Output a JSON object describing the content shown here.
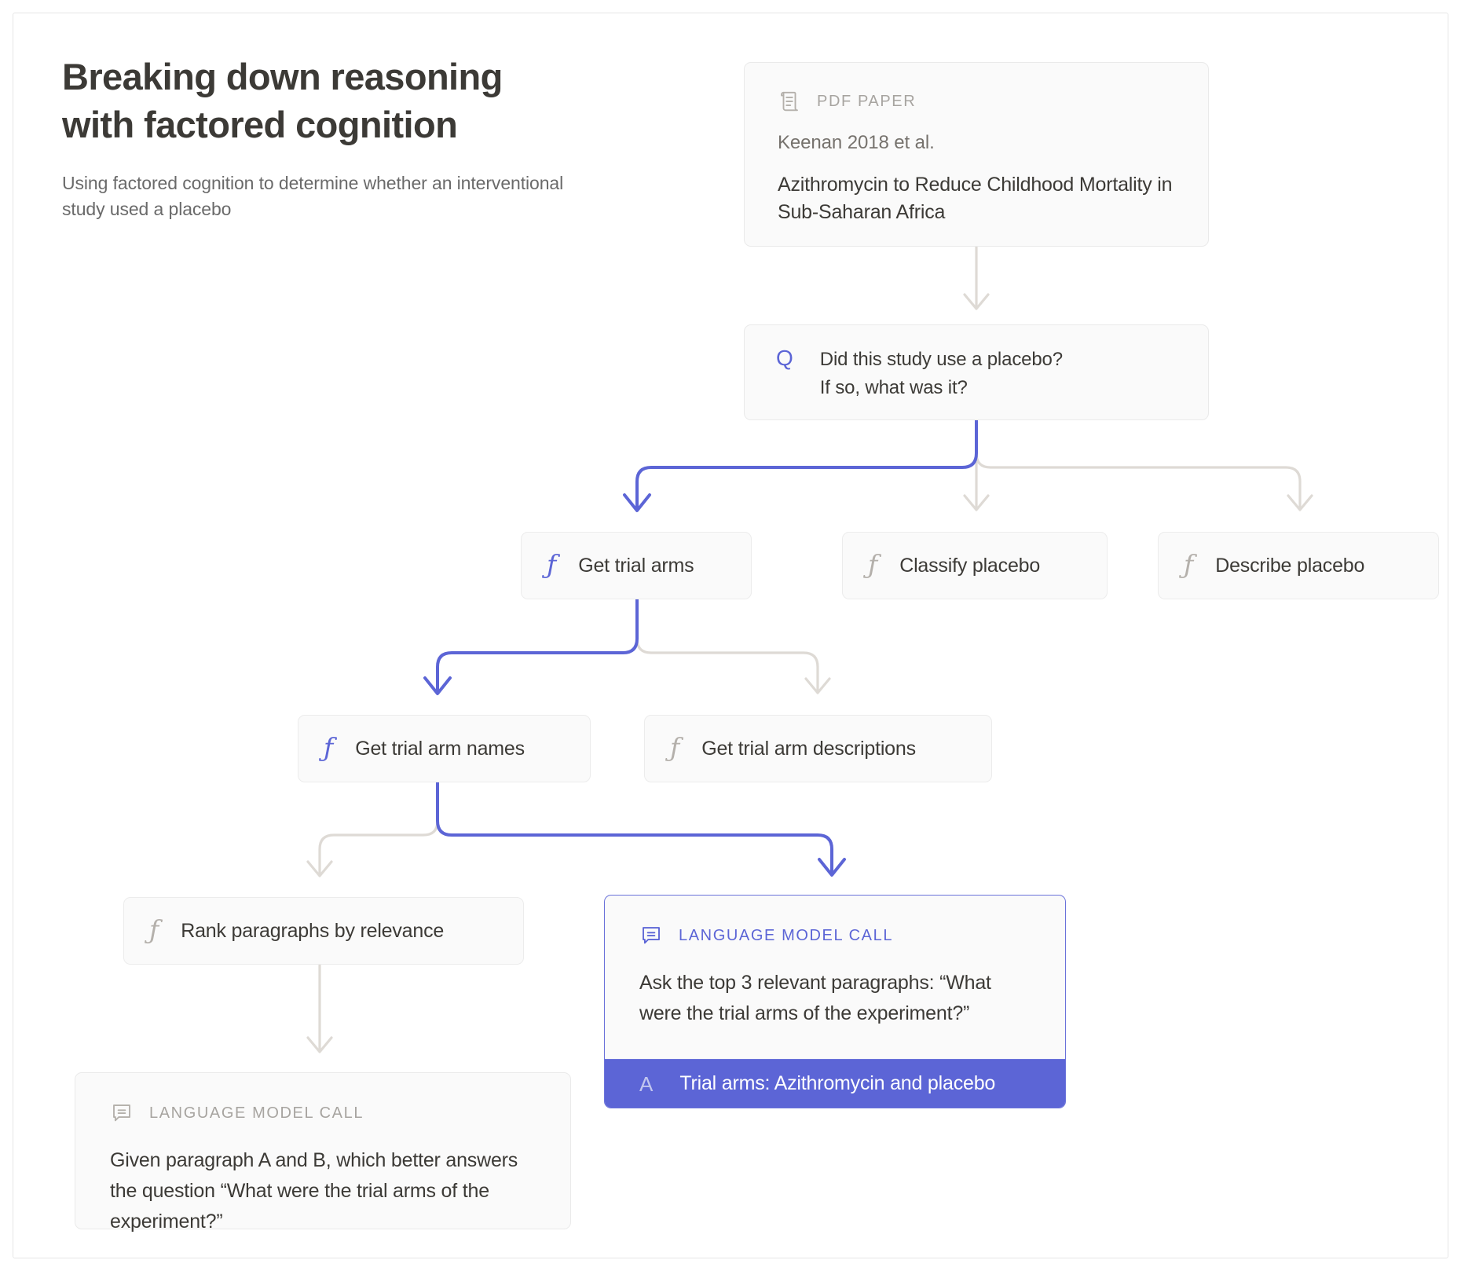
{
  "header": {
    "title": "Breaking down reasoning with factored cognition",
    "subtitle": "Using factored cognition to determine whether an interventional study used a placebo"
  },
  "colors": {
    "accent_blue": "#5c65d6",
    "accent_blue_border": "#6a72da",
    "card_background": "#fafafa",
    "card_border": "#eaeaea",
    "connector_grey": "#dedad5",
    "text_primary": "#3c3a36",
    "text_muted": "#6a6a6a",
    "label_grey": "#a7a4a0"
  },
  "pdf_card": {
    "icon": "scroll-document-icon",
    "label": "PDF PAPER",
    "authors": "Keenan 2018 et al.",
    "title": "Azithromycin to Reduce Childhood Mortality in Sub-Saharan Africa"
  },
  "question_card": {
    "glyph": "Q",
    "text": "Did this study use a placebo?\nIf so, what was it?"
  },
  "function_nodes": [
    {
      "id": "get-trial-arms",
      "glyph": "ƒ",
      "label": "Get trial arms",
      "active": true
    },
    {
      "id": "classify-placebo",
      "glyph": "ƒ",
      "label": "Classify placebo",
      "active": false
    },
    {
      "id": "describe-placebo",
      "glyph": "ƒ",
      "label": "Describe placebo",
      "active": false
    },
    {
      "id": "get-trial-arm-names",
      "glyph": "ƒ",
      "label": "Get trial arm names",
      "active": true
    },
    {
      "id": "get-trial-arm-descriptions",
      "glyph": "ƒ",
      "label": "Get trial arm descriptions",
      "active": false
    },
    {
      "id": "rank-paragraphs",
      "glyph": "ƒ",
      "label": "Rank paragraphs by relevance",
      "active": false
    }
  ],
  "lm_call_muted": {
    "icon": "speech-bubble-icon",
    "label": "LANGUAGE MODEL CALL",
    "body": "Given paragraph A and B, which better answers the question “What were the trial arms of the experiment?”"
  },
  "lm_call_active": {
    "icon": "speech-bubble-icon",
    "label": "LANGUAGE MODEL CALL",
    "body": "Ask the top 3 relevant paragraphs: “What were the trial arms of the experiment?”",
    "answer_glyph": "A",
    "answer_text": "Trial arms: Azithromycin and placebo"
  },
  "connectors": {
    "paper_to_question": "grey",
    "question_branches": [
      "blue-left",
      "grey-center",
      "grey-right"
    ],
    "trial_arms_branches": [
      "blue-left",
      "grey-right"
    ],
    "arm_names_branches": [
      "grey-left",
      "blue-right"
    ],
    "rank_to_lm_call": "grey"
  }
}
